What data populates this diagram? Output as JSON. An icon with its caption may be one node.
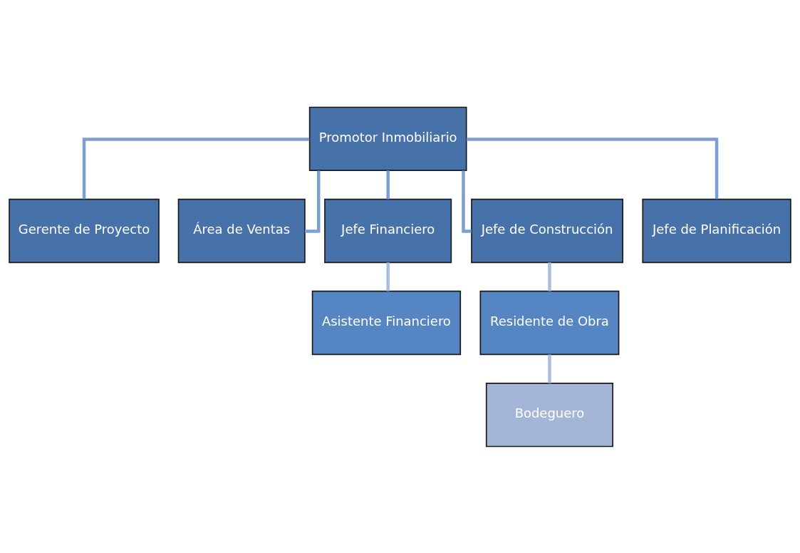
{
  "diagram": {
    "nodes": [
      {
        "text": [
          "Promotor Inmobiliario"
        ]
      },
      {
        "text": [
          "Gerente de Proyecto"
        ]
      },
      {
        "text": [
          "Área de Ventas"
        ]
      },
      {
        "text": [
          "Jefe Financiero"
        ]
      },
      {
        "text": [
          "Jefe de Construcción"
        ]
      },
      {
        "text": [
          "Jefe de Planificación"
        ]
      },
      {
        "text": [
          "Asistente Financiero"
        ]
      },
      {
        "text": [
          "Residente de Obra"
        ]
      },
      {
        "text": [
          "Bodeguero"
        ]
      }
    ],
    "edges": [
      {
        "from": 0,
        "to": 1,
        "arrow": "none"
      },
      {
        "from": 0,
        "to": 2,
        "arrow": "none"
      },
      {
        "from": 0,
        "to": 3,
        "arrow": "none"
      },
      {
        "from": 0,
        "to": 4,
        "arrow": "none"
      },
      {
        "from": 0,
        "to": 5,
        "arrow": "none"
      },
      {
        "from": 3,
        "to": 6,
        "arrow": "none",
        "color": "#a9bde0"
      },
      {
        "from": 4,
        "to": 7,
        "arrow": "none",
        "color": "#a9bde0"
      },
      {
        "from": 7,
        "to": 8,
        "arrow": "none",
        "color": "#a9bde0"
      }
    ]
  }
}
